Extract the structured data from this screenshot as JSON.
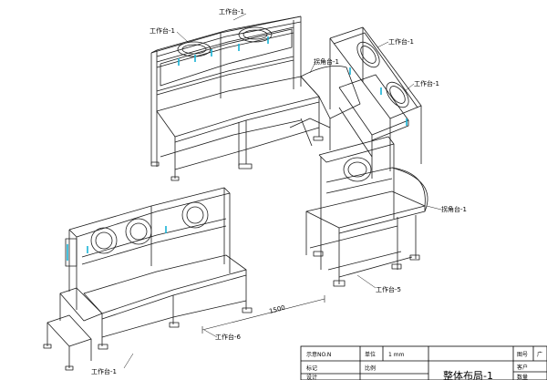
{
  "drawing": {
    "labels": {
      "wt1_top": "工作台-1",
      "wt1_left": "工作台-1",
      "wt1_right_top": "工作台-1",
      "wt1_right_mid": "工作台-1",
      "corner_top": "拐角台-1",
      "corner_right": "拐角台-1",
      "wt5": "工作台-5",
      "wt6": "工作台-6",
      "wt_bottom_left": "工作台-1",
      "dimension": "1500"
    },
    "title_block": {
      "drawing_no_label": "示意NO.N",
      "unit_label": "单位",
      "unit_value": "1  mm",
      "mark_label": "标记",
      "scale_label": "比例",
      "design_label": "设计",
      "title": "整体布局-1",
      "fig_no_label": "图号",
      "fig_no_value": "广",
      "customer_label": "客户",
      "qty_label": "数量"
    }
  }
}
